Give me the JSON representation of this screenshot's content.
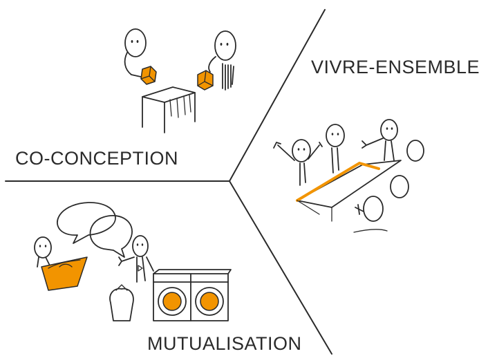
{
  "sections": {
    "co_conception": {
      "label": "CO-CONCEPTION"
    },
    "vivre_ensemble": {
      "label": "VIVRE-ENSEMBLE"
    },
    "mutualisation": {
      "label": "MUTUALISATION"
    }
  },
  "colors": {
    "accent": "#f29400",
    "ink": "#2a2a2a",
    "background": "#ffffff"
  }
}
